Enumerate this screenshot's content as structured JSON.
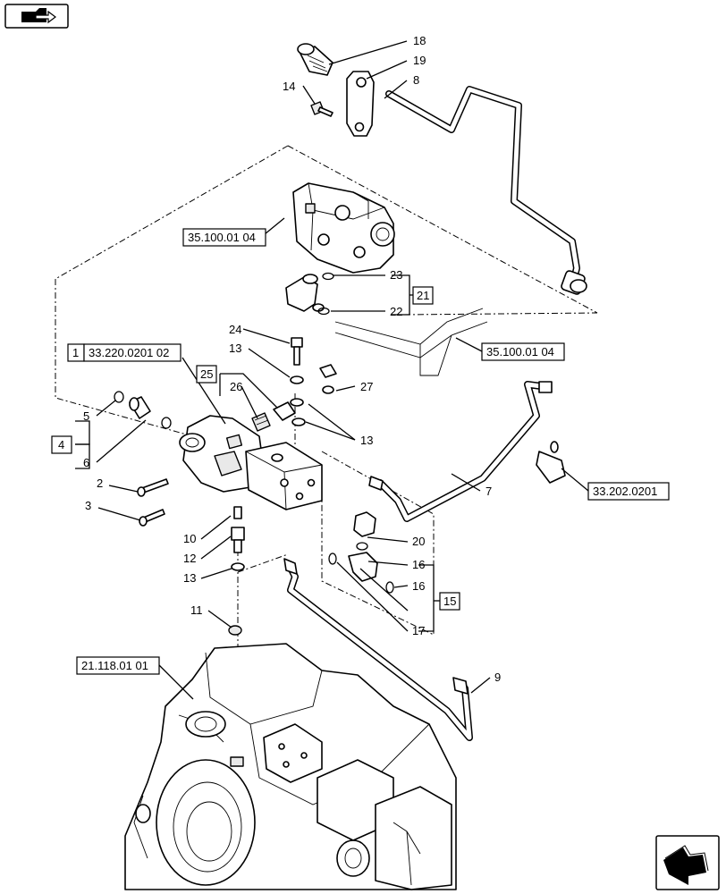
{
  "icons": {
    "top_left": "folder-arrow-icon",
    "bottom_right": "next-page-arrow-icon"
  },
  "callouts": {
    "c18": "18",
    "c19": "19",
    "c8": "8",
    "c14": "14",
    "c23": "23",
    "c22": "22",
    "c21": "21",
    "c24": "24",
    "c13a": "13",
    "c13b": "13",
    "c13c": "13",
    "c25": "25",
    "c26": "26",
    "c27": "27",
    "c1": "1",
    "c4": "4",
    "c5": "5",
    "c6": "6",
    "c2": "2",
    "c3": "3",
    "c7": "7",
    "c10": "10",
    "c12": "12",
    "c11": "11",
    "c20": "20",
    "c16a": "16",
    "c16b": "16",
    "c15": "15",
    "c17": "17",
    "c9": "9"
  },
  "references": {
    "r3510001a": "35.100.01 04",
    "r3510001b": "35.100.01 04",
    "r332200201": "33.220.0201 02",
    "r332020201": "33.202.0201",
    "r211180101": "21.118.01 01"
  }
}
